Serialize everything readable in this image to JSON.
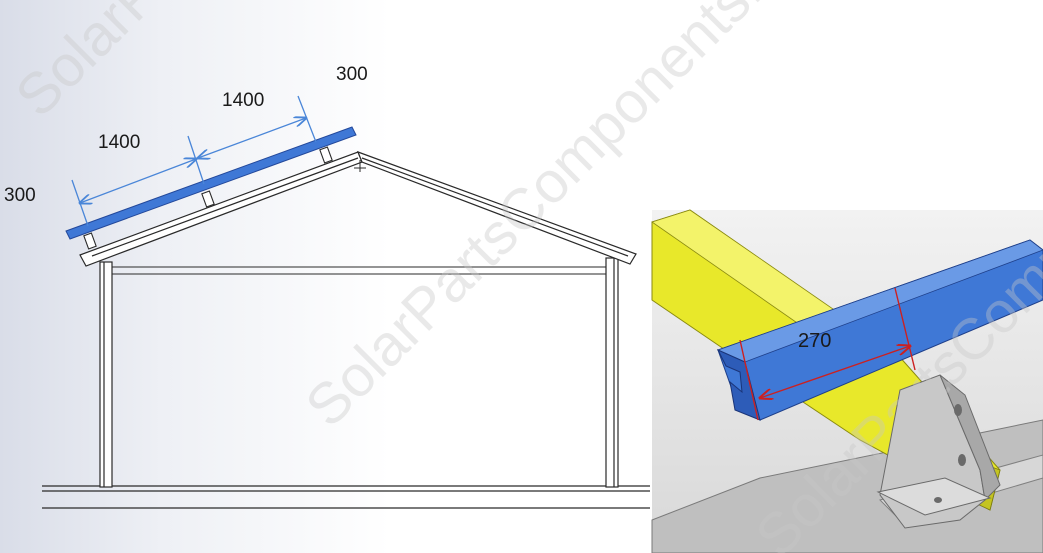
{
  "dimensions": {
    "left_end": "300",
    "first_span": "1400",
    "second_span": "1400",
    "right_end": "300",
    "rail_clamp": "270"
  },
  "watermark": {
    "text": "SolarPartsComponents.com"
  },
  "colors": {
    "rail_blue": "#3f78d6",
    "beam_yellow": "#e8e82a",
    "dimension_blue": "#4a86d8",
    "dimension_red": "#cc2020",
    "frame_stroke": "#2a2a2a"
  }
}
